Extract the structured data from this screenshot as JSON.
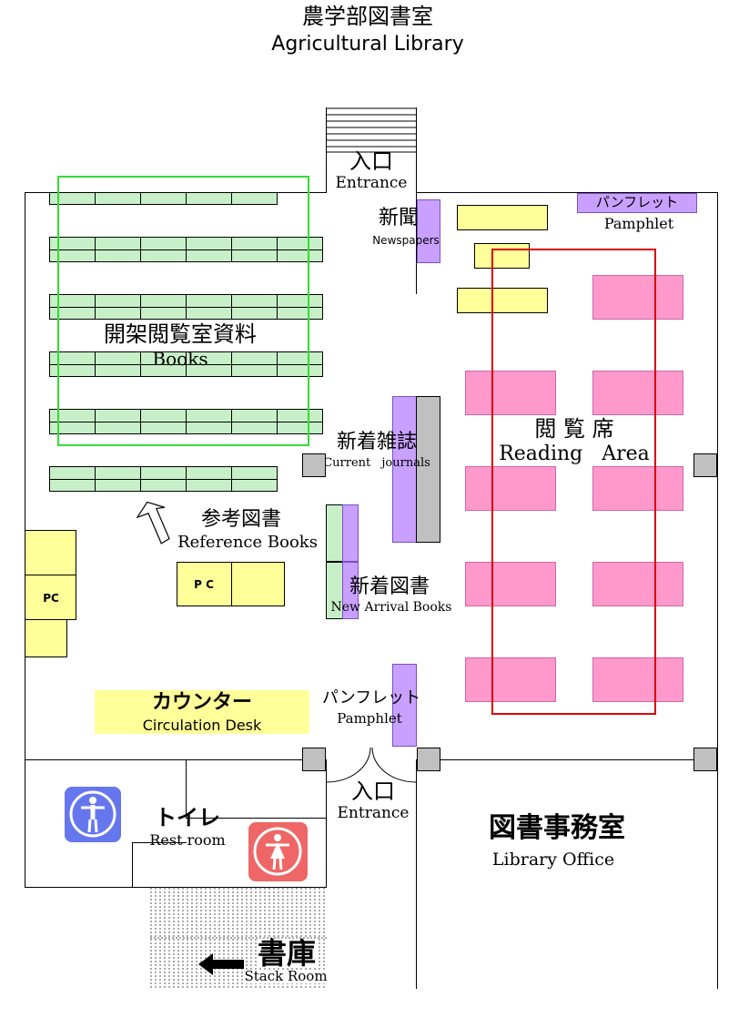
{
  "title": {
    "jp": "農学部図書室",
    "en": "Agricultural Library"
  },
  "areas": {
    "entrance_top": {
      "jp": "入口",
      "en": "Entrance"
    },
    "newspapers": {
      "jp": "新聞",
      "en": "Newspapers"
    },
    "pamphlet_top": {
      "jp": "パンフレット",
      "en": "Pamphlet"
    },
    "books": {
      "jp": "開架閲覧室資料",
      "en": "Books"
    },
    "reading_area": {
      "jp": "閲 覧 席",
      "en": "Reading Area"
    },
    "current_journals": {
      "jp": "新着雑誌",
      "en": "Current journals"
    },
    "reference_books": {
      "jp": "参考図書",
      "en": "Reference Books"
    },
    "new_arrival_books": {
      "jp": "新着図書",
      "en": "New Arrival Books"
    },
    "pc_left": "PC",
    "pc_center": "P C",
    "circulation_desk": {
      "jp": "カウンター",
      "en": "Circulation Desk"
    },
    "pamphlet_bottom": {
      "jp": "パンフレット",
      "en": "Pamphlet"
    },
    "entrance_bottom": {
      "jp": "入口",
      "en": "Entrance"
    },
    "restroom": {
      "jp": "トイレ",
      "en": "Rest room"
    },
    "library_office": {
      "jp": "図書事務室",
      "en": "Library Office"
    },
    "stack_room": {
      "jp": "書庫",
      "en": "Stack Room"
    }
  },
  "colors": {
    "shelf": "#c8f0c8",
    "books_outline": "#33dd33",
    "reading_outline": "#dd0000",
    "table_yellow": "#ffff99",
    "reading_table": "#ff99cc",
    "display_purple": "#c9a0ff",
    "pillar_gray": "#c0c0c0",
    "men_icon": "#6677ee",
    "women_icon": "#ee6666"
  },
  "icons": [
    "men-restroom-icon",
    "women-restroom-icon",
    "up-arrow-icon",
    "left-arrow-icon"
  ]
}
